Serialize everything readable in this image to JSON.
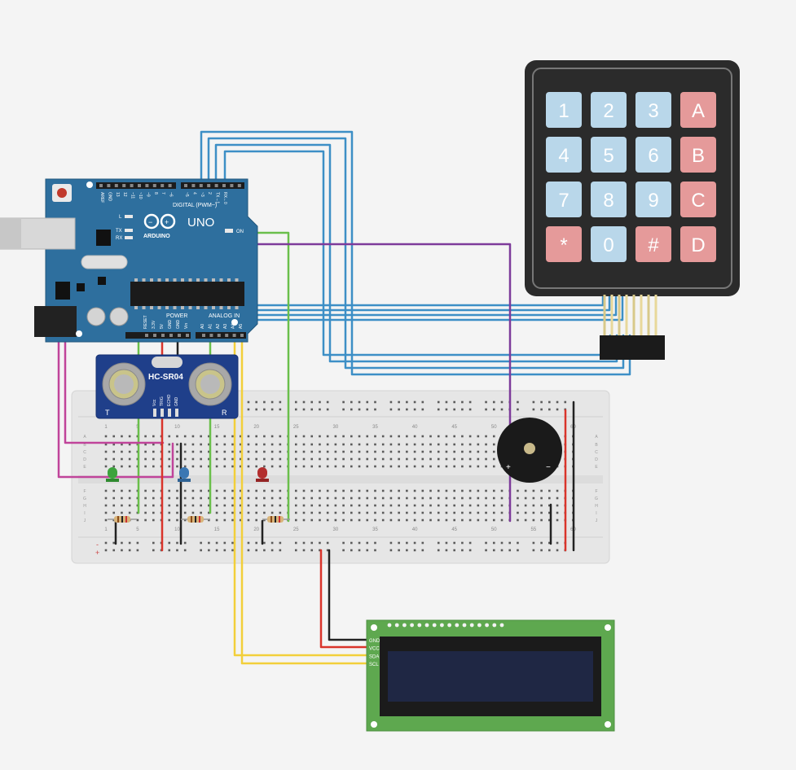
{
  "colors": {
    "background": "#f4f4f4",
    "arduino_board": "#2e6f9e",
    "keypad_frame": "#2b2b2b",
    "key_blue": "#b9d7ea",
    "key_red": "#e59a9a",
    "breadboard": "#e6e6e6",
    "lcd_pcb": "#5ea84f",
    "lcd_screen": "#1f2744",
    "wire_blue": "#3d8fc6",
    "wire_green": "#6abf4b",
    "wire_magenta": "#c0449a",
    "wire_purple": "#7d3b9a",
    "wire_red": "#d9342b",
    "wire_black": "#222222",
    "wire_yellow": "#f2cf3a"
  },
  "keypad": {
    "keys": [
      "1",
      "2",
      "3",
      "A",
      "4",
      "5",
      "6",
      "B",
      "7",
      "8",
      "9",
      "C",
      "*",
      "0",
      "#",
      "D"
    ],
    "red_keys": [
      "A",
      "B",
      "C",
      "D",
      "*",
      "#"
    ]
  },
  "arduino": {
    "brand": "UNO",
    "logo": "ARDUINO",
    "digital_label": "DIGITAL (PWM~)",
    "power_label": "POWER",
    "analog_label": "ANALOG IN",
    "header_top": [
      "AREF",
      "GND",
      "13",
      "12",
      "~11",
      "~10",
      "~9",
      "8",
      "7",
      "~6",
      "~5",
      "4",
      "~3",
      "2",
      "TX→1",
      "RX←0"
    ],
    "header_power": [
      "RESET",
      "3.3V",
      "5V",
      "GND",
      "GND",
      "Vin"
    ],
    "header_analog": [
      "A0",
      "A1",
      "A2",
      "A3",
      "A4",
      "A5"
    ],
    "tx_label": "TX",
    "rx_label": "RX",
    "on_label": "ON",
    "l_label": "L"
  },
  "sensor": {
    "model": "HC-SR04",
    "pins": [
      "Vcc",
      "TRIG",
      "ECHO",
      "GND"
    ],
    "left_mark": "T",
    "right_mark": "R"
  },
  "breadboard": {
    "col_numbers": [
      "1",
      "5",
      "10",
      "15",
      "20",
      "25",
      "30",
      "35",
      "40",
      "45",
      "50",
      "55",
      "60"
    ],
    "rows_top": [
      "A",
      "B",
      "C",
      "D",
      "E"
    ],
    "rows_bottom": [
      "F",
      "G",
      "H",
      "I",
      "J"
    ],
    "rail_minus": "-",
    "rail_plus": "+"
  },
  "buzzer": {
    "plus": "+",
    "minus": "−"
  },
  "lcd": {
    "pins": [
      "GND",
      "VCC",
      "SDA",
      "SCL"
    ]
  }
}
